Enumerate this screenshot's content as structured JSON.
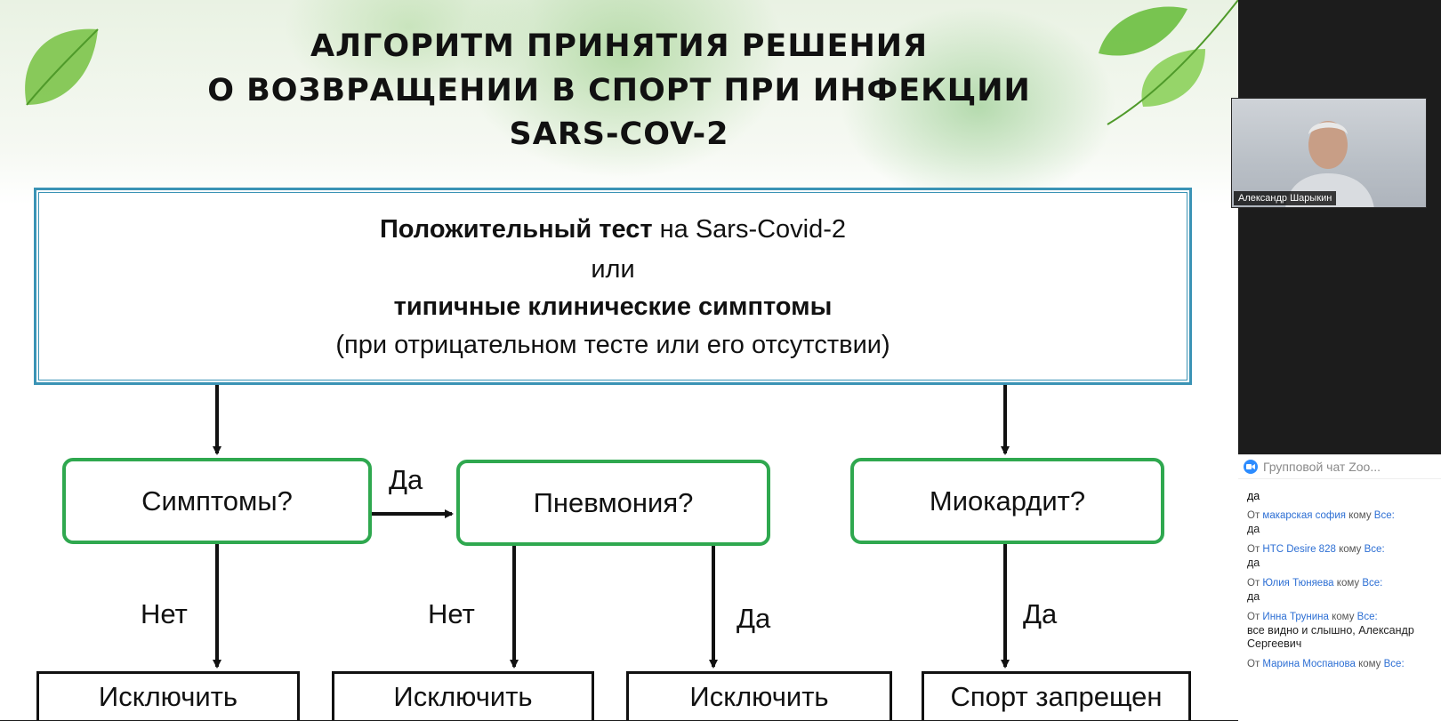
{
  "slide": {
    "title_lines": [
      "АЛГОРИТМ ПРИНЯТИЯ РЕШЕНИЯ",
      "О ВОЗВРАЩЕНИИ В СПОРТ ПРИ ИНФЕКЦИИ",
      "SARS-COV-2"
    ],
    "main_box": {
      "line1_bold": "Положительный тест",
      "line1_rest": " на Sars-Covid-2",
      "line2": "или",
      "line3_bold": "типичные клинические симптомы",
      "line4": "(при отрицательном тесте или его отсутствии)"
    },
    "nodes": {
      "symptoms": "Симптомы?",
      "pneumonia": "Пневмония?",
      "myocarditis": "Миокардит?"
    },
    "edge_labels": {
      "symptoms_yes": "Да",
      "symptoms_no": "Нет",
      "pneumonia_no": "Нет",
      "pneumonia_yes": "Да",
      "myocarditis_yes": "Да"
    },
    "outcomes": [
      "Исключить",
      "Исключить",
      "Исключить",
      "Спорт запрещен"
    ],
    "colors": {
      "green_box": "#2fa84f",
      "main_border": "#3a93b5"
    }
  },
  "video": {
    "participant_name": "Александр Шарыкин"
  },
  "chat": {
    "header_title": "Групповой чат Zoo...",
    "first_cut_text": "да",
    "messages": [
      {
        "from_label": "От",
        "sender": "макарская софия",
        "to_label": "кому",
        "recipient": "Все:",
        "text": "да"
      },
      {
        "from_label": "От",
        "sender": "HTC Desire 828",
        "to_label": "кому",
        "recipient": "Все:",
        "text": "да"
      },
      {
        "from_label": "От",
        "sender": "Юлия Тюняева",
        "to_label": "кому",
        "recipient": "Все:",
        "text": "да"
      },
      {
        "from_label": "От",
        "sender": "Инна Трунина",
        "to_label": "кому",
        "recipient": "Все:",
        "text": "все видно и слышно, Александр Сергеевич"
      },
      {
        "from_label": "От",
        "sender": "Марина Моспанова",
        "to_label": "кому",
        "recipient": "Все:",
        "text": ""
      }
    ]
  }
}
